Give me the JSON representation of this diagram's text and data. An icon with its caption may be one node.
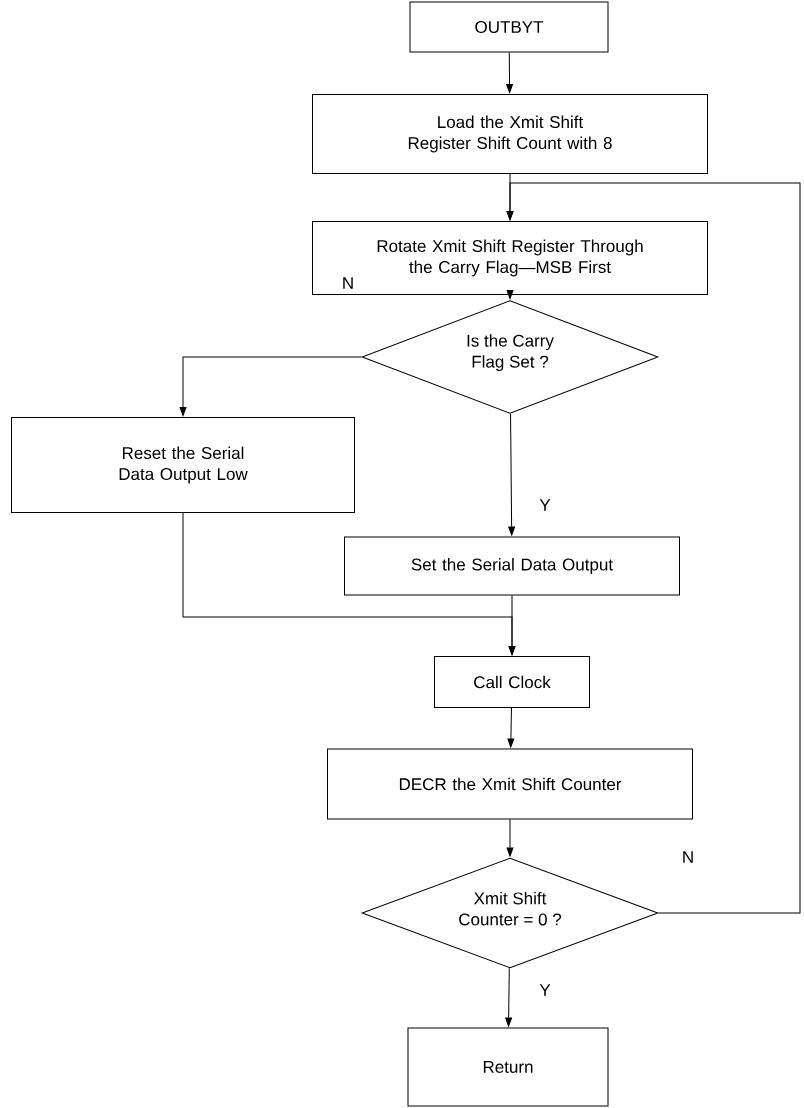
{
  "diagram": {
    "nodes": [
      {
        "text": [
          "OUTBYT"
        ]
      },
      {
        "text": [
          "Load the Xmit Shift Register Shift Count with 8"
        ]
      },
      {
        "text": [
          "Rotate Xmit Shift Register Through the Carry Flag—MSB First"
        ]
      },
      {
        "text": [
          "Is the Carry Flag Set ?"
        ]
      },
      {
        "text": [
          "Reset the Serial Data Output Low"
        ]
      },
      {
        "text": [
          "Set the Serial Data Output"
        ]
      },
      {
        "text": [
          "Call Clock"
        ]
      },
      {
        "text": [
          "DECR the Xmit Shift Counter"
        ]
      },
      {
        "text": [
          "Xmit Shift Counter = 0 ?"
        ]
      },
      {
        "text": [
          "Return"
        ]
      }
    ],
    "edges": [
      {
        "from": 0,
        "to": 1,
        "arrow": "to"
      },
      {
        "from": 1,
        "to": 2,
        "arrow": "to"
      },
      {
        "from": 2,
        "to": 3,
        "arrow": "to"
      },
      {
        "from": 3,
        "to": 4,
        "arrow": "to",
        "label": "N"
      },
      {
        "from": 3,
        "to": 5,
        "arrow": "to",
        "label": "Y"
      },
      {
        "from": 4,
        "to": 6,
        "arrow": "to"
      },
      {
        "from": 5,
        "to": 6,
        "arrow": "to"
      },
      {
        "from": 6,
        "to": 7,
        "arrow": "to"
      },
      {
        "from": 7,
        "to": 8,
        "arrow": "to"
      },
      {
        "from": 8,
        "to": 9,
        "arrow": "to",
        "label": "Y"
      },
      {
        "from": 8,
        "to": 2,
        "arrow": "to",
        "label": "N"
      }
    ]
  }
}
